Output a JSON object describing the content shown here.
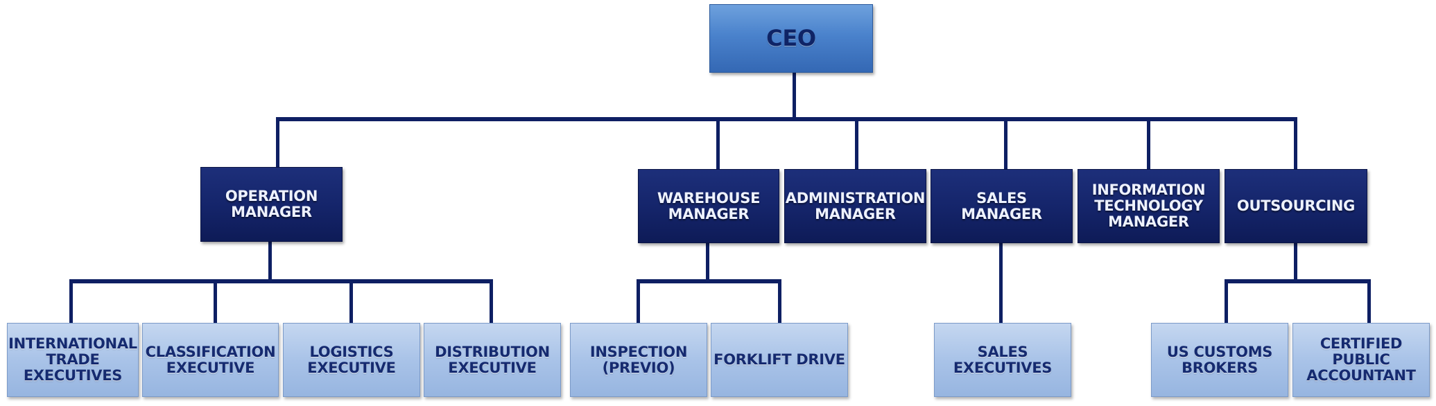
{
  "org_chart": {
    "nodes": [
      {
        "id": "ceo",
        "label": "CEO",
        "level": "top",
        "parent": null
      },
      {
        "id": "operation-manager",
        "label": "OPERATION\nMANAGER",
        "level": "manager",
        "parent": "ceo"
      },
      {
        "id": "warehouse-manager",
        "label": "WAREHOUSE\nMANAGER",
        "level": "manager",
        "parent": "ceo"
      },
      {
        "id": "administration-manager",
        "label": "ADMINISTRATION\nMANAGER",
        "level": "manager",
        "parent": "ceo"
      },
      {
        "id": "sales-manager",
        "label": "SALES\nMANAGER",
        "level": "manager",
        "parent": "ceo"
      },
      {
        "id": "it-manager",
        "label": "INFORMATION\nTECHNOLOGY\nMANAGER",
        "level": "manager",
        "parent": "ceo"
      },
      {
        "id": "outsourcing",
        "label": "OUTSOURCING",
        "level": "manager",
        "parent": "ceo"
      },
      {
        "id": "international-trade-executives",
        "label": "INTERNATIONAL\nTRADE\nEXECUTIVES",
        "level": "exec",
        "parent": "operation-manager"
      },
      {
        "id": "classification-executive",
        "label": "CLASSIFICATION\nEXECUTIVE",
        "level": "exec",
        "parent": "operation-manager"
      },
      {
        "id": "logistics-executive",
        "label": "LOGISTICS\nEXECUTIVE",
        "level": "exec",
        "parent": "operation-manager"
      },
      {
        "id": "distribution-executive",
        "label": "DISTRIBUTION\nEXECUTIVE",
        "level": "exec",
        "parent": "operation-manager"
      },
      {
        "id": "inspection-previo",
        "label": "INSPECTION\n(PREVIO)",
        "level": "exec",
        "parent": "warehouse-manager"
      },
      {
        "id": "forklift-drive",
        "label": "FORKLIFT DRIVE",
        "level": "exec",
        "parent": "warehouse-manager"
      },
      {
        "id": "sales-executives",
        "label": "SALES\nEXECUTIVES",
        "level": "exec",
        "parent": "sales-manager"
      },
      {
        "id": "us-customs-brokers",
        "label": "US CUSTOMS\nBROKERS",
        "level": "exec",
        "parent": "outsourcing"
      },
      {
        "id": "certified-public-accountant",
        "label": "CERTIFIED\nPUBLIC\nACCOUNTANT",
        "level": "exec",
        "parent": "outsourcing"
      }
    ],
    "colors": {
      "connector": "#0e1f63",
      "ceo_fill": "#4a82cc",
      "manager_fill": "#15256b",
      "exec_fill": "#a9c3e8"
    }
  }
}
